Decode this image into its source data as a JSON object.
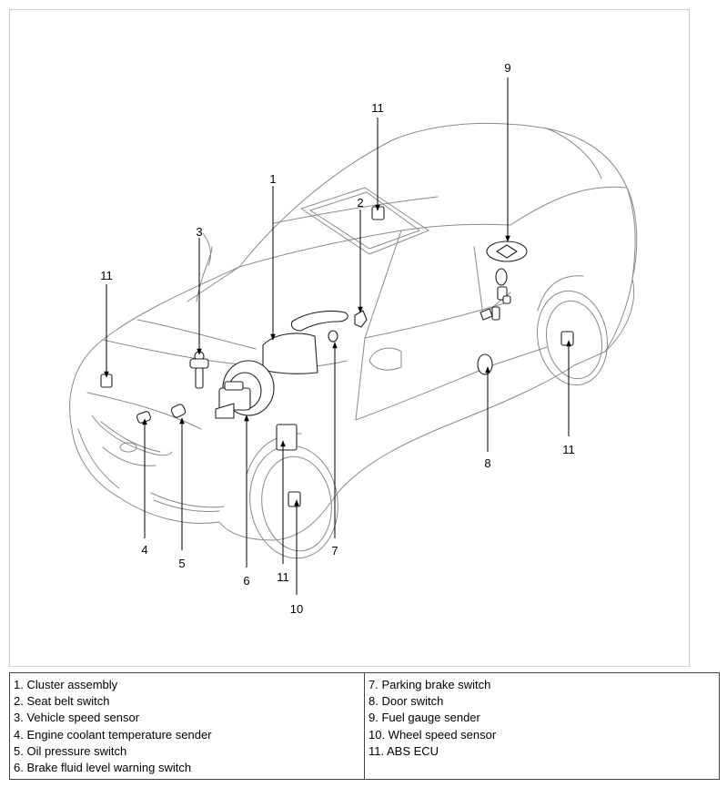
{
  "callouts": [
    {
      "num": "1"
    },
    {
      "num": "2"
    },
    {
      "num": "3"
    },
    {
      "num": "4"
    },
    {
      "num": "5"
    },
    {
      "num": "6"
    },
    {
      "num": "7"
    },
    {
      "num": "8"
    },
    {
      "num": "9"
    },
    {
      "num": "10"
    },
    {
      "num": "11"
    },
    {
      "num": "11"
    },
    {
      "num": "11"
    },
    {
      "num": "11"
    }
  ],
  "legend": {
    "left": [
      "1. Cluster assembly",
      "2. Seat belt switch",
      "3. Vehicle speed sensor",
      "4. Engine coolant temperature sender",
      "5. Oil pressure switch",
      "6. Brake fluid level warning switch"
    ],
    "right": [
      "7. Parking brake switch",
      "8. Door switch",
      "9. Fuel gauge sender",
      "10. Wheel speed sensor",
      "11. ABS ECU"
    ]
  }
}
